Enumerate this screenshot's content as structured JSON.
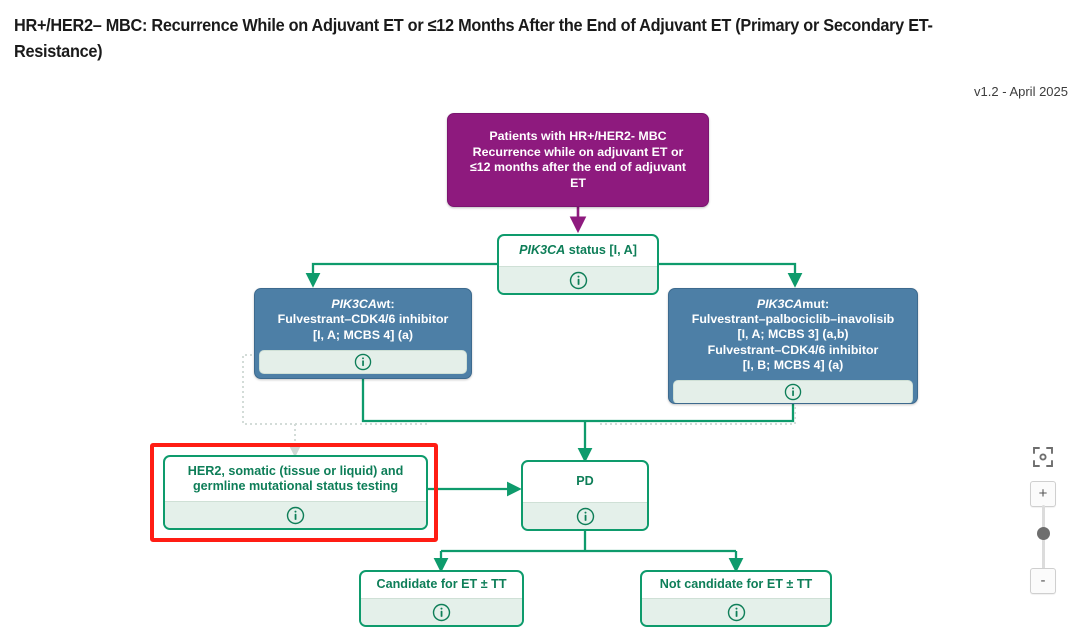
{
  "header": {
    "title": "HR+/HER2– MBC: Recurrence While on Adjuvant ET or ≤12 Months After the End of Adjuvant ET (Primary or Secondary ET-Resistance)",
    "version": "v1.2 - April 2025"
  },
  "nodes": {
    "start": {
      "lines": [
        "Patients with HR+/HER2- MBC",
        "Recurrence while on adjuvant ET or",
        "≤12 months after the end of adjuvant",
        "ET"
      ],
      "color": "#8E1A7E",
      "type": "start"
    },
    "pik3ca_status": {
      "emphasis": "PIK3CA",
      "rest": " status [I, A]",
      "info": "info-icon",
      "color": "#0E9B6C",
      "type": "decision"
    },
    "pik3ca_wt": {
      "emphasis": "PIK3CA",
      "rest": "wt:",
      "lines": [
        "Fulvestrant–CDK4/6 inhibitor",
        "[I, A; MCBS 4] (a)"
      ],
      "info": "info-icon",
      "color": "#4D7FA6",
      "type": "treatment"
    },
    "pik3ca_mut": {
      "emphasis": "PIK3CA",
      "rest": "mut:",
      "lines": [
        "Fulvestrant–palbociclib–inavolisib",
        "[I, A; MCBS 3] (a,b)",
        "Fulvestrant–CDK4/6 inhibitor",
        "[I, B; MCBS 4] (a)"
      ],
      "info": "info-icon",
      "color": "#4D7FA6",
      "type": "treatment"
    },
    "her2_testing": {
      "lines": [
        "HER2, somatic (tissue or liquid) and",
        "germline mutational status testing"
      ],
      "info": "info-icon",
      "color": "#0E9B6C",
      "selected": true,
      "selection_color": "#FF1D14",
      "type": "testing"
    },
    "pd": {
      "lines": [
        "PD"
      ],
      "info": "info-icon",
      "color": "#0E9B6C",
      "type": "state"
    },
    "candidate": {
      "lines": [
        "Candidate for ET ± TT"
      ],
      "info": "info-icon",
      "color": "#0E9B6C",
      "type": "outcome"
    },
    "not_candidate": {
      "lines": [
        "Not candidate for ET ± TT"
      ],
      "info": "info-icon",
      "color": "#0E9B6C",
      "type": "outcome"
    }
  },
  "zoom_controls": {
    "fit_label": "fit-to-screen-icon",
    "zoom_in_label": "+",
    "zoom_out_label": "-"
  }
}
